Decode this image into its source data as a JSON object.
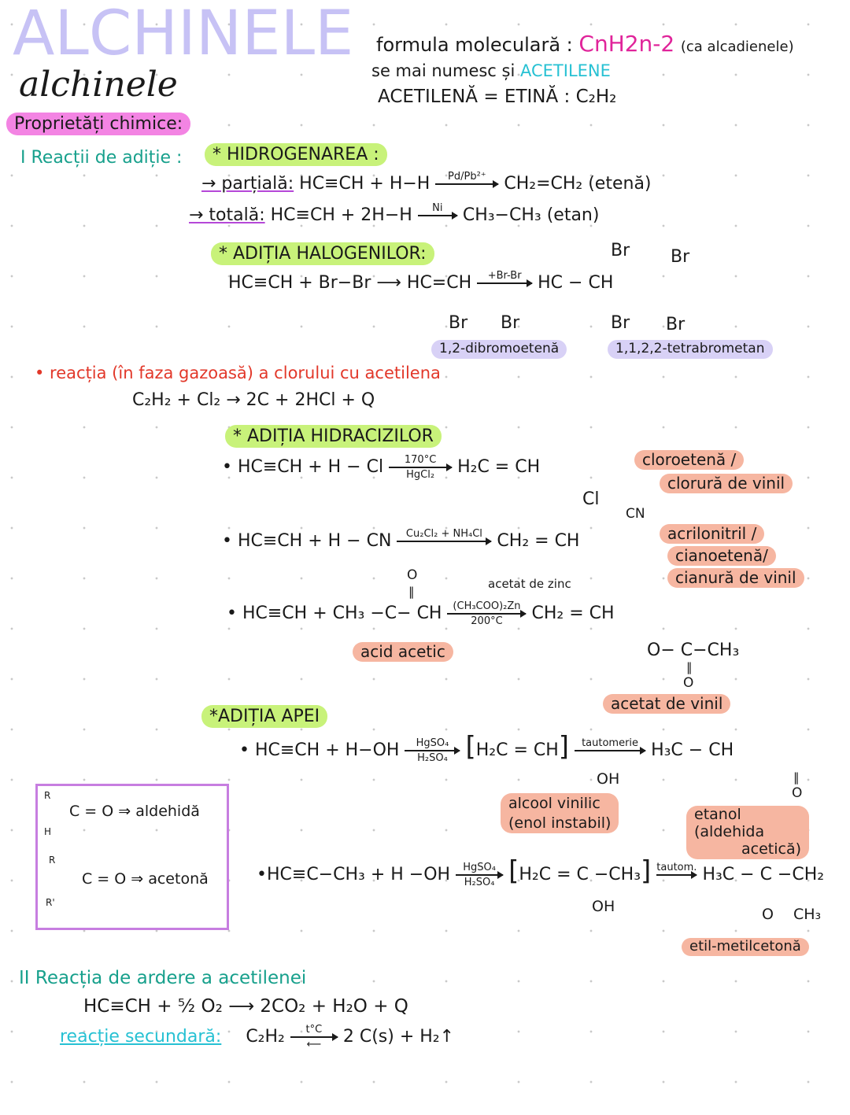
{
  "header": {
    "title_watermark": "ALCHINELE",
    "title_script": "alchinele",
    "formula_label": "formula moleculară :",
    "formula": "CnH2n-2",
    "formula_note": "(ca alcadienele)",
    "alias_label": "se mai numesc și",
    "alias": "ACETILENE",
    "identity": "ACETILENĂ = ETINĂ : C₂H₂"
  },
  "section_title": "Proprietăți chimice:",
  "part1": {
    "title": "I Reacții de adiție :",
    "hydrogenation": {
      "title": "* HIDROGENAREA :",
      "partial_label": "→ parțială:",
      "partial_left": "HC≡CH + H−H",
      "partial_cat": "Pd/Pb²⁺",
      "partial_right": "CH₂=CH₂ (etenă)",
      "total_label": "→ totală:",
      "total_left": "HC≡CH + 2H−H",
      "total_cat": "Ni",
      "total_right": "CH₃−CH₃ (etan)"
    },
    "halogens": {
      "title": "* ADIȚIA HALOGENILOR:",
      "left": "HC≡CH + Br−Br ⟶ HC=CH",
      "reagent": "+Br-Br",
      "right": "HC − CH",
      "br": "Br",
      "product1": "1,2-dibromoetenă",
      "product2": "1,1,2,2-tetrabrometan"
    },
    "chlorine_note": "• reacția (în faza gazoasă) a clorului cu acetilena",
    "chlorine_eq": "C₂H₂ + Cl₂ → 2C + 2HCl + Q",
    "hydracids": {
      "title": "* ADIȚIA HIDRACIZILOR",
      "eq1_left": "• HC≡CH + H − Cl",
      "eq1_top": "170°C",
      "eq1_bot": "HgCl₂",
      "eq1_right": "H₂C = CH",
      "eq1_sub": "Cl",
      "eq1_names": [
        "cloroetenă /",
        "clorură de vinil"
      ],
      "eq2_left": "• HC≡CH + H − CN",
      "eq2_top": "Cu₂Cl₂ + NH₄Cl",
      "eq2_right": "CH₂ = CH",
      "eq2_sub": "CN",
      "eq2_names": [
        "acrilonitril /",
        "cianoetenă/",
        "cianură de vinil"
      ],
      "eq3_left": "• HC≡CH + CH₃ −C− CH",
      "eq3_o": "O",
      "eq3_dbl": "‖",
      "eq3_note": "acetat de zinc",
      "eq3_top": "(CH₃COO)₂Zn",
      "eq3_bot": "200°C",
      "eq3_right": "CH₂ = CH",
      "eq3_sub": "O− C−CH₃",
      "eq3_acid": "acid acetic",
      "eq3_name": "acetat de vinil"
    },
    "water": {
      "title": "*ADIȚIA APEI",
      "eq1_left": "• HC≡CH + H−OH",
      "cat_top": "HgSO₄",
      "cat_bot": "H₂SO₄",
      "eq1_mid": "H₂C = CH",
      "oh": "OH",
      "eq1_arrow": "tautomerie",
      "eq1_right": "H₃C − CH",
      "o": "O",
      "dbl": "‖",
      "eq1_mid_name": [
        "alcool vinilic",
        "(enol instabil)"
      ],
      "eq1_right_name": [
        "etanol",
        "(aldehida",
        "acetică)"
      ],
      "eq2_left": "•HC≡C−CH₃ + H −OH",
      "eq2_mid": "H₂C = C −CH₃",
      "eq2_arrow": "tautom.",
      "eq2_right": "H₃C − C −CH₂",
      "eq2_sub": "CH₃",
      "eq2_name": "etil-metilcetonă"
    },
    "box": {
      "r": "R",
      "r2": "R'",
      "h": "H",
      "aldehyde": "C = O ⇒ aldehidă",
      "ketone": "C = O ⇒ acetonă",
      "border_color": "#c77ee0"
    }
  },
  "part2": {
    "title": "II Reacția de ardere a acetilenei",
    "eq": "HC≡CH + ⁵⁄₂ O₂ ⟶ 2CO₂ + H₂O + Q",
    "secondary_label": "reacție secundară:",
    "secondary_left": "C₂H₂",
    "secondary_top": "t°C",
    "secondary_right": "2 C(s) + H₂↑"
  },
  "colors": {
    "pink_highlight": "#f384e3",
    "green_highlight": "#c8f27a",
    "lavender_highlight": "#d8d1f6",
    "salmon_highlight": "#f6b6a1",
    "teal": "#17a08c",
    "cyan": "#27c1d3",
    "red": "#e2382a",
    "magenta": "#e0249a"
  }
}
